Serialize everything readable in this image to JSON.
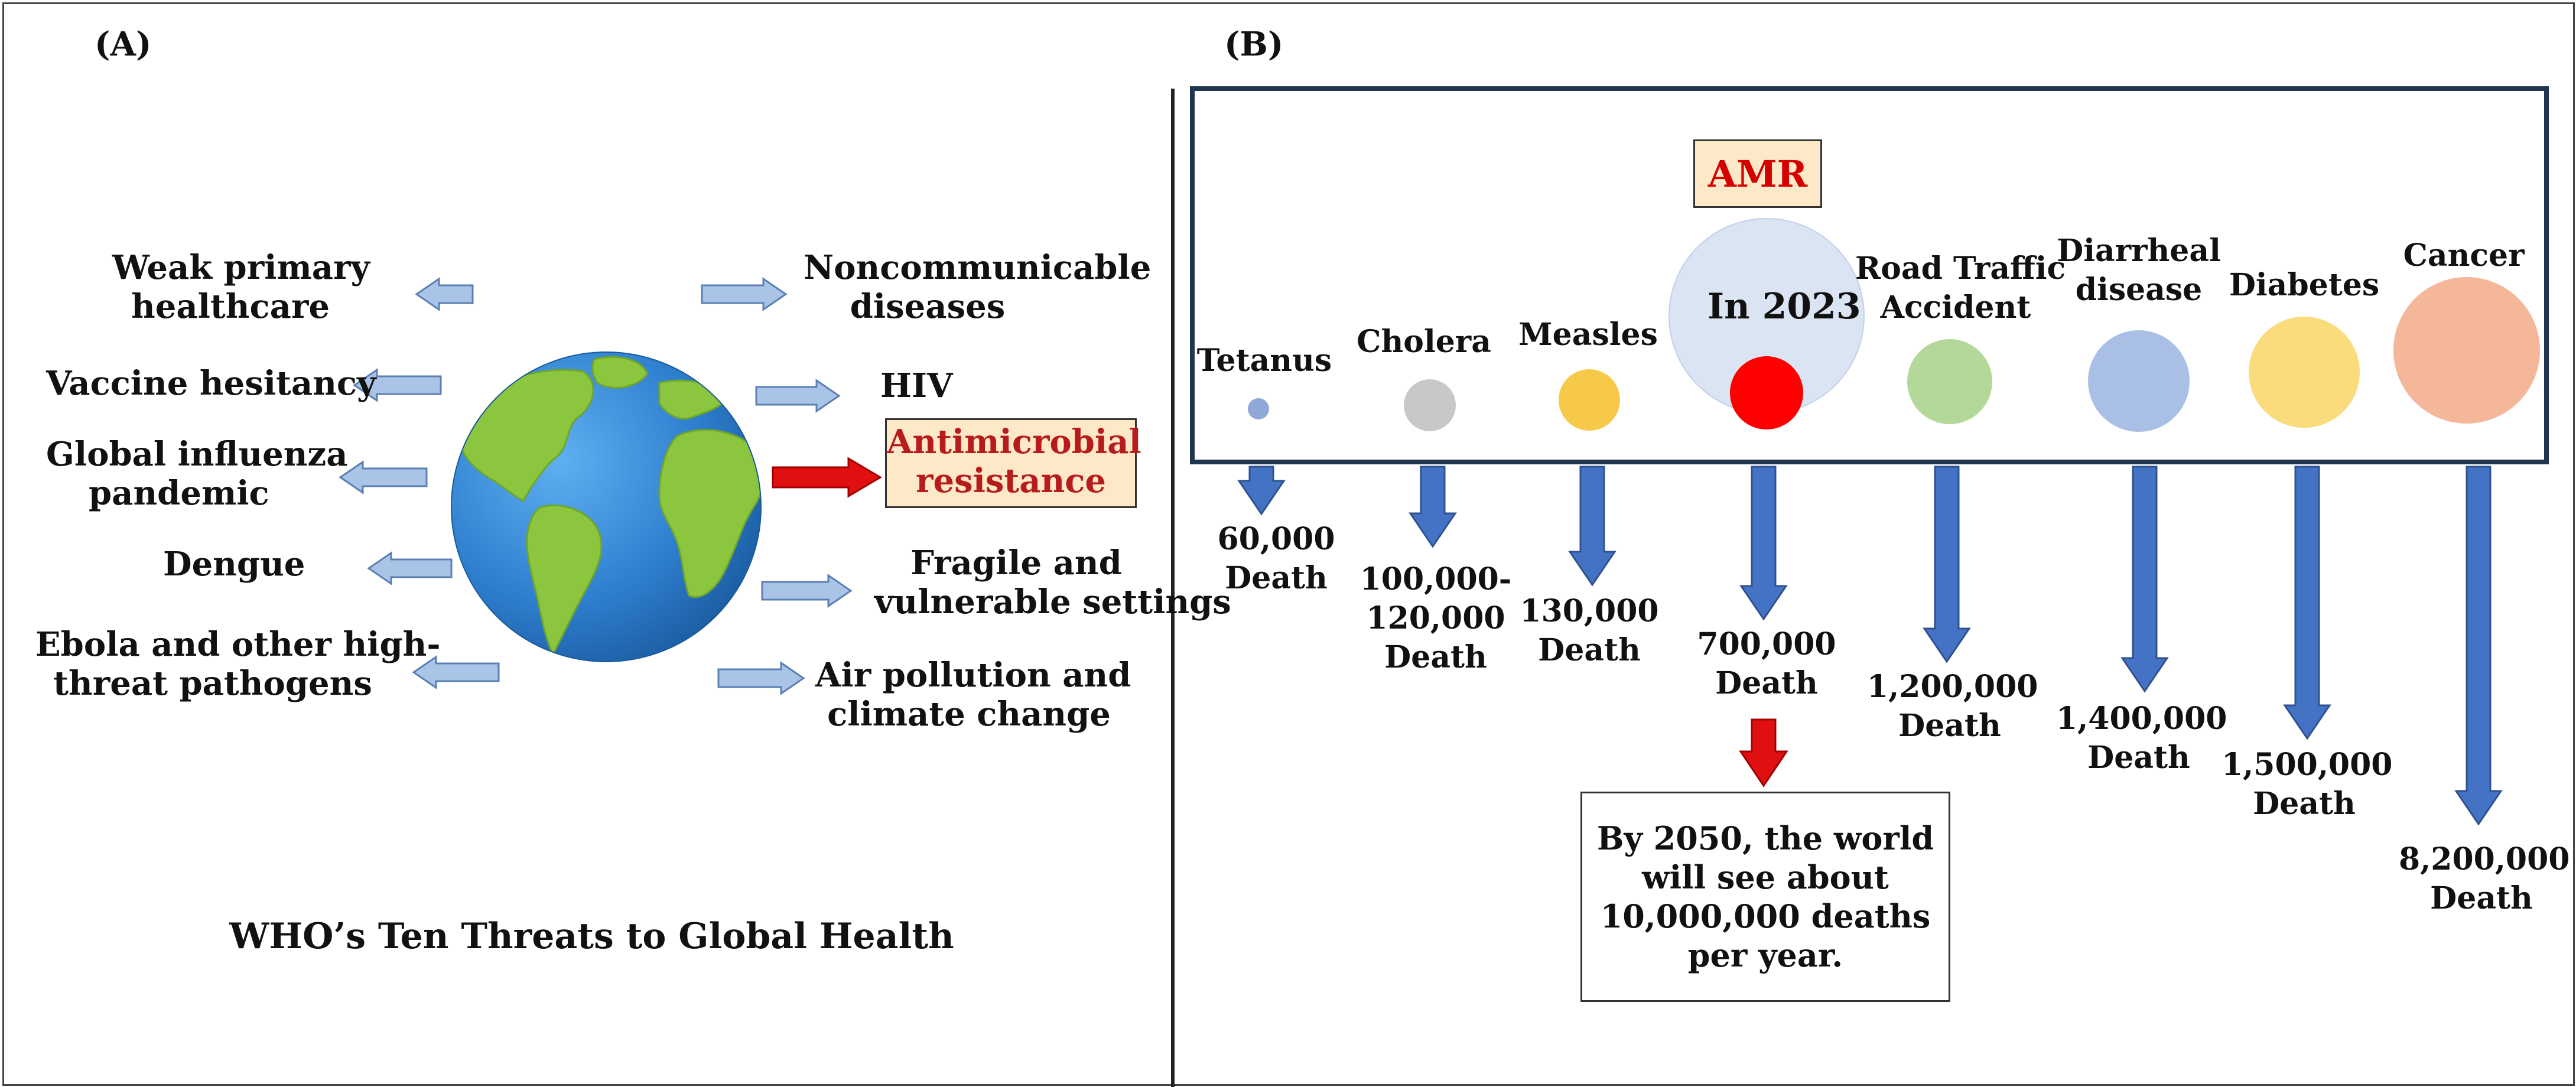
{
  "panel_a": {
    "letter": "(A)",
    "left_items": [
      {
        "lines": [
          "Weak primary",
          "healthcare"
        ]
      },
      {
        "lines": [
          "Vaccine hesitancy"
        ]
      },
      {
        "lines": [
          "Global influenza",
          "pandemic"
        ]
      },
      {
        "lines": [
          "Dengue"
        ]
      },
      {
        "lines": [
          "Ebola and other high-",
          "threat pathogens"
        ]
      }
    ],
    "right_items": [
      {
        "lines": [
          "Noncommunicable",
          "diseases"
        ]
      },
      {
        "lines": [
          "HIV"
        ]
      },
      {
        "lines": [
          "Antimicrobial",
          "resistance"
        ]
      },
      {
        "lines": [
          "Fragile and",
          "vulnerable settings"
        ]
      },
      {
        "lines": [
          "Air pollution and",
          "climate change"
        ]
      }
    ],
    "title": "WHO’s Ten Threats to Global Health",
    "colors": {
      "arrow": "#a9c4e6",
      "arrow_border": "#5b7fb3",
      "highlight_arrow": "#e01010",
      "highlight_box": "#fde9c7",
      "ocean": "#2f7fd0",
      "land": "#8cc63f"
    }
  },
  "panel_b": {
    "letter": "(B)",
    "amr_label": "AMR",
    "amr_center_label": "In 2023",
    "diseases": [
      {
        "name": [
          "Tetanus"
        ],
        "deaths": [
          "60,000",
          "Death"
        ],
        "color": "#8fa8d8",
        "deaths_value": 60000
      },
      {
        "name": [
          "Cholera"
        ],
        "deaths": [
          "100,000-",
          "120,000",
          "Death"
        ],
        "color": "#c8c8c8",
        "deaths_value": 110000
      },
      {
        "name": [
          "Measles"
        ],
        "deaths": [
          "130,000",
          "Death"
        ],
        "color": "#f7c948",
        "deaths_value": 130000
      },
      {
        "name": [
          ""
        ],
        "deaths": [
          "700,000",
          "Death"
        ],
        "color": "#ff0000",
        "deaths_value": 700000
      },
      {
        "name": [
          "Road Traffic",
          "Accident"
        ],
        "deaths": [
          "1,200,000",
          "Death"
        ],
        "color": "#b4d89a",
        "deaths_value": 1200000
      },
      {
        "name": [
          "Diarrheal",
          "disease"
        ],
        "deaths": [
          "1,400,000",
          "Death"
        ],
        "color": "#a9bfe6",
        "deaths_value": 1400000
      },
      {
        "name": [
          "Diabetes"
        ],
        "deaths": [
          "1,500,000",
          "Death"
        ],
        "color": "#fbdc7c",
        "deaths_value": 1500000
      },
      {
        "name": [
          "Cancer"
        ],
        "deaths": [
          "8,200,000",
          "Death"
        ],
        "color": "#f4b79a",
        "deaths_value": 8200000
      }
    ],
    "note_lines": [
      "By 2050, the world",
      "will see about",
      "10,000,000 deaths",
      "per year."
    ],
    "colors": {
      "down_arrow": "#4472c4",
      "down_arrow_border": "#2f528f",
      "amr_halo": "#dbe4f3",
      "note_arrow": "#e01010"
    }
  }
}
